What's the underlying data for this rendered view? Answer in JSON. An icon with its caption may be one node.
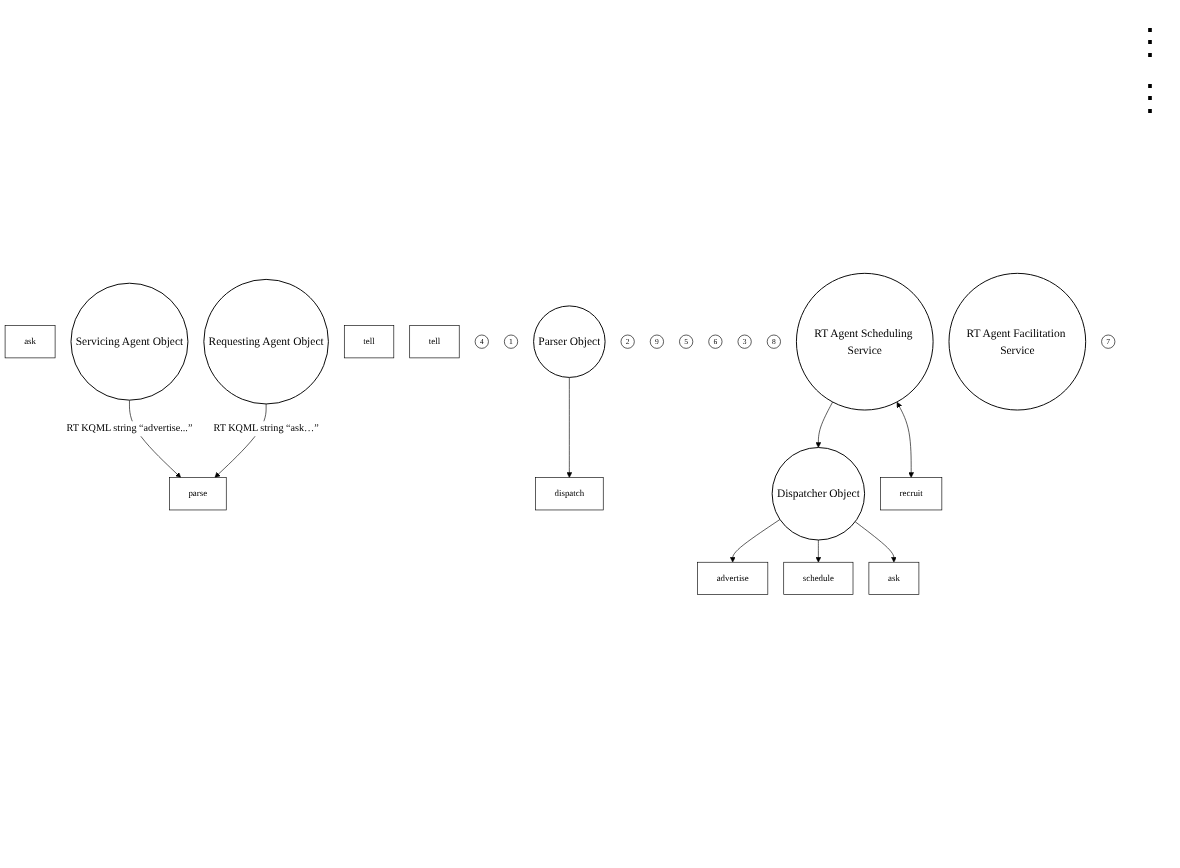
{
  "diagram": {
    "nodes": [
      {
        "text": [
          "ask"
        ]
      },
      {
        "text": [
          "Requesting Agent Object"
        ]
      },
      {
        "text": [
          "Servicing Agent Object"
        ]
      },
      {
        "text": [
          "ask"
        ]
      },
      {
        "text": [
          "tell"
        ]
      },
      {
        "text": [
          "tell"
        ]
      },
      {
        "text": [
          "4"
        ]
      },
      {
        "text": [
          "1"
        ]
      },
      {
        "text": [
          "parse"
        ]
      },
      {
        "text": [
          "Parser Object"
        ]
      },
      {
        "text": [
          "2"
        ]
      },
      {
        "text": [
          "dispatch"
        ]
      },
      {
        "text": [
          "Dispatcher Object"
        ]
      },
      {
        "text": [
          "9"
        ]
      },
      {
        "text": [
          "5"
        ]
      },
      {
        "text": [
          "6"
        ]
      },
      {
        "text": [
          "3"
        ]
      },
      {
        "text": [
          "8"
        ]
      },
      {
        "text": [
          "schedule"
        ]
      },
      {
        "text": [
          "RT Agent Scheduling Service"
        ]
      },
      {
        "text": [
          "advertise"
        ]
      },
      {
        "text": [
          "RT Agent Facilitation Service"
        ]
      },
      {
        "text": [
          "recruit"
        ]
      },
      {
        "text": [
          "7"
        ]
      }
    ],
    "edges": [
      {
        "from": 2,
        "to": 8,
        "arrow": "to",
        "label": "RT KQML string “advertise...”"
      },
      {
        "from": 1,
        "to": 8,
        "arrow": "to",
        "label": "RT KQML string “ask…”"
      },
      {
        "from": 9,
        "to": 11,
        "arrow": "to"
      },
      {
        "from": 12,
        "to": 20,
        "arrow": "to"
      },
      {
        "from": 12,
        "to": 18,
        "arrow": "to"
      },
      {
        "from": 19,
        "to": 12,
        "arrow": "to"
      },
      {
        "from": 19,
        "to": 22,
        "arrow": "both"
      },
      {
        "from": 12,
        "to": 3,
        "arrow": "to"
      }
    ],
    "labels": [
      "⋮",
      "⋮"
    ]
  }
}
